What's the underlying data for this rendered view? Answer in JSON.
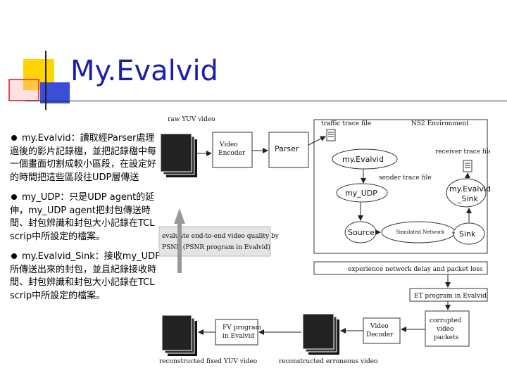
{
  "slide": {
    "title": "My.Evalvid",
    "bullets": [
      {
        "text": "my.Evalvid：讀取經Parser處理過後的影片記錄檔，並把記錄檔中每一個畫面切割成較小區段，在設定好的時間把這些區段往UDP層傳送"
      },
      {
        "text": "my_UDP：只是UDP agent的延伸，my_UDP agent把封包傳送時間、封包辨識和封包大小記錄在TCL scrip中所設定的檔案。"
      },
      {
        "text": "my.Evalvid_Sink：接收my_UDP所傳送出來的封包，並且紀錄接收時間、封包辨識和封包大小記錄在TCL scrip中所設定的檔案。"
      }
    ]
  },
  "figure": {
    "raw_yuv": "raw YUV video",
    "video_encoder_1": "Video",
    "video_encoder_2": "Encoder",
    "parser": "Parser",
    "traffic_trace": "traffic trace file",
    "ns2_env": "NS2 Environment",
    "receiver_trace": "receiver trace file",
    "myevalvid": "my.Evalvid",
    "sender_trace": "sender trace file",
    "myudp": "my_UDP",
    "myevalvid_sink_1": "my.Evalvid",
    "myevalvid_sink_2": "_Sink",
    "source": "Source",
    "sim_network": "Simulated Network",
    "sink": "Sink",
    "eval_1": "evaluate end-to-end video quality by",
    "eval_2": "PSNR (PSNR program in Evalvid)",
    "experience": "experience network delay and packet loss",
    "et_program": "ET program in Evalvid",
    "fv_1": "FV program",
    "fv_2": "in Evalvid",
    "vdec_1": "Video",
    "vdec_2": "Decoder",
    "corrupted_1": "corrupted",
    "corrupted_2": "video",
    "corrupted_3": "packets",
    "reconstructed_fixed": "reconstructed fixed YUV video",
    "reconstructed_err": "reconstructed erroneous video"
  }
}
